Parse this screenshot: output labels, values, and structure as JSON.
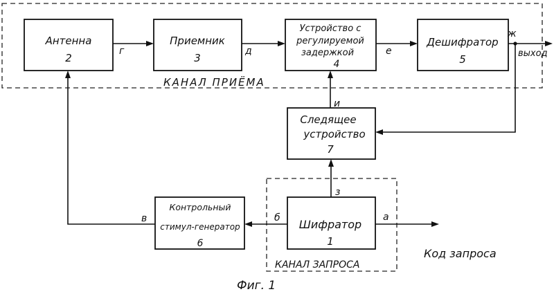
{
  "blocks": {
    "antenna": {
      "name": "Антенна",
      "num": "2"
    },
    "receiver": {
      "name": "Приемник",
      "num": "3"
    },
    "delay": {
      "line1": "Устройство с",
      "line2": "регулируемой",
      "line3": "задержкой",
      "num": "4"
    },
    "decoder": {
      "name": "Дешифратор",
      "num": "5"
    },
    "tracker": {
      "line1": "Следящее",
      "line2": "устройство",
      "num": "7"
    },
    "generator": {
      "line1": "Контрольный",
      "line2": "стимул-генератор",
      "num": "6"
    },
    "encoder": {
      "name": "Шифратор",
      "num": "1"
    }
  },
  "signals": {
    "g": "г",
    "d": "д",
    "e": "е",
    "zh": "ж",
    "i": "и",
    "z": "з",
    "v": "в",
    "b": "б",
    "a": "а"
  },
  "labels": {
    "output": "выход",
    "receive_channel": "КАНАЛ ПРИЁМА",
    "request_channel": "КАНАЛ ЗАПРОСА",
    "request_code": "Код запроса",
    "figure": "Фиг. 1"
  }
}
